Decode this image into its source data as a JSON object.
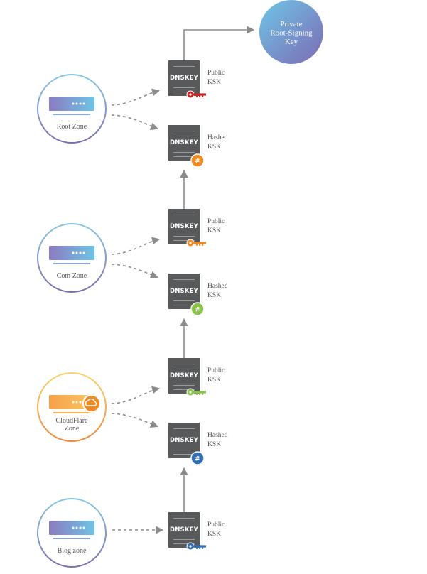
{
  "private_key": {
    "lines": [
      "Private",
      "Root-Signing",
      "Key"
    ]
  },
  "dnskey_label": "DNSKEY",
  "zones": [
    {
      "name": [
        "Root Zone"
      ],
      "style": "purple"
    },
    {
      "name": [
        "Com Zone"
      ],
      "style": "purple"
    },
    {
      "name": [
        "CloudFlare",
        "Zone"
      ],
      "style": "orange",
      "icon": "cloud-icon"
    },
    {
      "name": [
        "Blog zone"
      ],
      "style": "purple"
    }
  ],
  "records": [
    {
      "kind": "public",
      "label": [
        "Public",
        "KSK"
      ],
      "badge_color": "#c62828",
      "icon": "key-icon"
    },
    {
      "kind": "hashed",
      "label": [
        "Hashed",
        "KSK"
      ],
      "badge_color": "#f08a24",
      "icon": "hash-icon",
      "symbol": "#"
    },
    {
      "kind": "public",
      "label": [
        "Public",
        "KSK"
      ],
      "badge_color": "#f08a24",
      "icon": "key-icon"
    },
    {
      "kind": "hashed",
      "label": [
        "Hashed",
        "KSK"
      ],
      "badge_color": "#8bc34a",
      "icon": "hash-icon",
      "symbol": "#"
    },
    {
      "kind": "public",
      "label": [
        "Public",
        "KSK"
      ],
      "badge_color": "#8bc34a",
      "icon": "key-icon"
    },
    {
      "kind": "hashed",
      "label": [
        "Hashed",
        "KSK"
      ],
      "badge_color": "#2f6fb5",
      "icon": "hash-icon",
      "symbol": "#"
    },
    {
      "kind": "public",
      "label": [
        "Public",
        "KSK"
      ],
      "badge_color": "#2f6fb5",
      "icon": "key-icon"
    }
  ],
  "colors": {
    "server_box": "#58595b",
    "arrow": "#8c8c8c",
    "purple_ring_start": "#8ac4e0",
    "purple_ring_end": "#7a6bb0",
    "orange_ring_start": "#f9d16b",
    "orange_ring_end": "#f08a3a"
  }
}
